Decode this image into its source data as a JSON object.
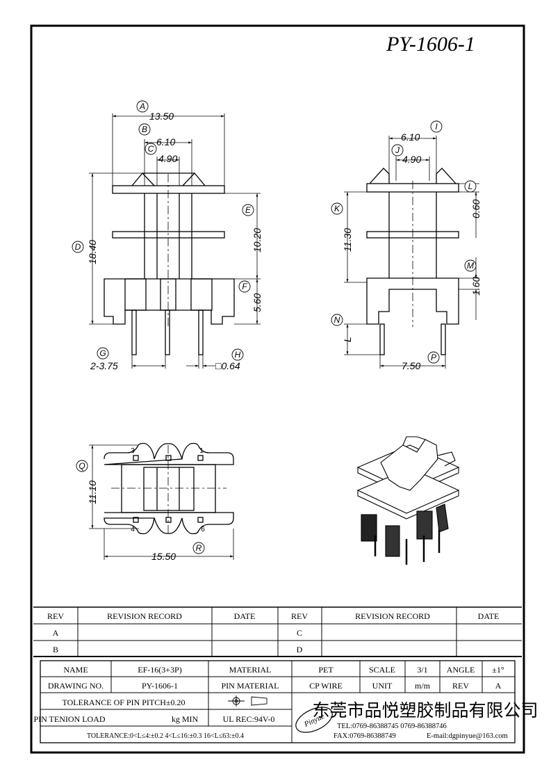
{
  "title": "PY-1606-1",
  "dims": {
    "A_val": "13.50",
    "B_val": "6.10",
    "C_val": "4.90",
    "D_val": "18.40",
    "E_val": "10.20",
    "F_val": "5.60",
    "G_val": "2-3.75",
    "H_val": "□0.64",
    "I_val": "6.10",
    "J_val": "4.90",
    "K_val": "11.30",
    "L_val": "0.60",
    "M_val": "1.60",
    "P_val": "7.50",
    "Q_val": "11.10",
    "R_val": "15.50",
    "L_letter": "L"
  },
  "labels": {
    "A": "A",
    "B": "B",
    "C": "C",
    "D": "D",
    "E": "E",
    "F": "F",
    "G": "G",
    "H": "H",
    "I": "I",
    "J": "J",
    "K": "K",
    "L": "L",
    "M": "M",
    "N": "N",
    "P": "P",
    "Q": "Q",
    "R": "R"
  },
  "pins": {
    "p1": "1",
    "p3": "3",
    "p4": "4",
    "p6": "6"
  },
  "revision_table": {
    "headers": {
      "rev1": "REV",
      "record1": "REVISION RECORD",
      "date1": "DATE",
      "rev2": "REV",
      "record2": "REVISION RECORD",
      "date2": "DATE"
    },
    "row_a": "A",
    "row_b": "B",
    "row_c": "C",
    "row_d": "D"
  },
  "title_block": {
    "name_label": "NAME",
    "name_value": "EF-16(3+3P)",
    "material_label": "MATERIAL",
    "material_value": "PET",
    "scale_label": "SCALE",
    "scale_value": "3/1",
    "angle_label": "ANGLE",
    "angle_value": "±1°",
    "drawing_no_label": "DRAWING NO.",
    "drawing_no_value": "PY-1606-1",
    "pin_material_label": "PIN MATERIAL",
    "pin_material_value": "CP WIRE",
    "unit_label": "UNIT",
    "unit_value": "m/m",
    "rev_label": "REV",
    "rev_value": "A",
    "tolerance_pitch": "TOLERANCE OF PIN PITCH±0.20",
    "pin_load_label": "PIN TENION LOAD",
    "pin_load_unit": "kg MIN",
    "ul_rec": "UL REC:94V-0",
    "tolerance_general": "TOLERANCE:0<L≤4:±0.2  4<L≤16:±0.3  16<L≤63:±0.4",
    "company_logo": "Pinyue",
    "company_name": "东莞市品悦塑胶制品有限公司",
    "tel": "TEL:0769-86388745   0769-86388746",
    "fax": "FAX:0769-86388749",
    "email": "E-mail:dgpinyue@163.com"
  }
}
